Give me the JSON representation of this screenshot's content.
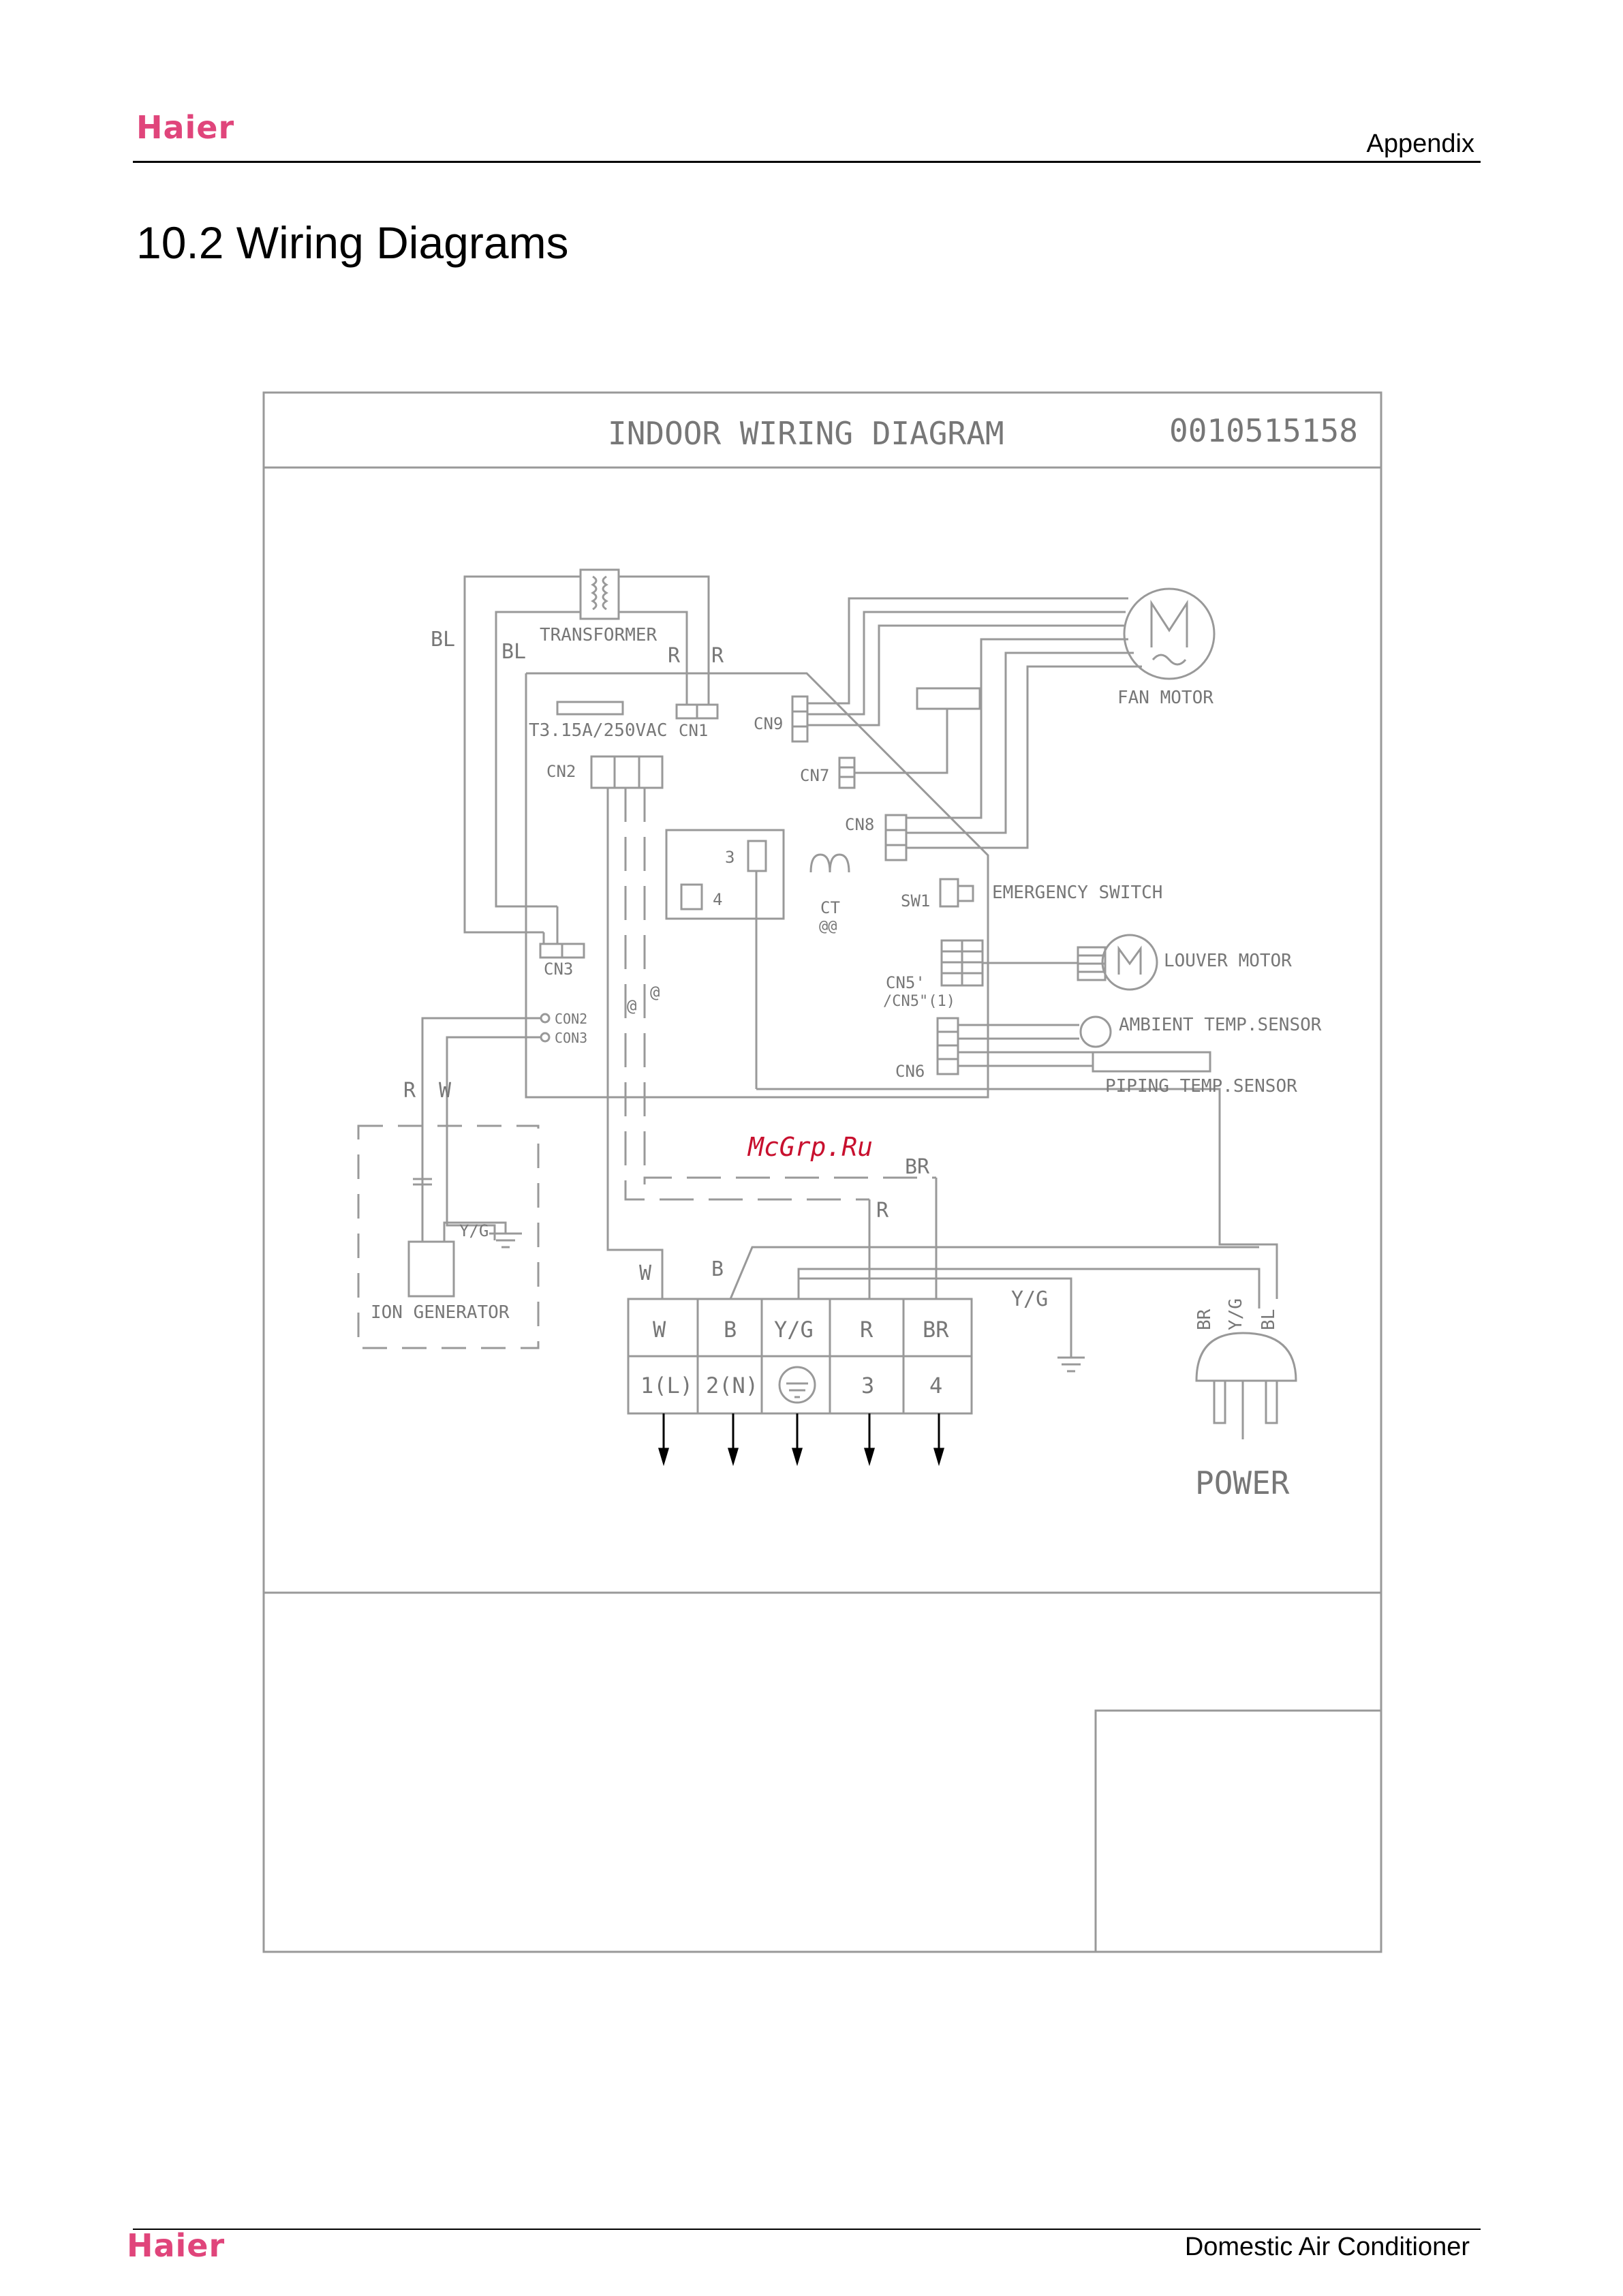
{
  "header": {
    "logo": "Haier",
    "section_label": "Appendix"
  },
  "page_title": "10.2 Wiring Diagrams",
  "diagram": {
    "title": "INDOOR WIRING DIAGRAM",
    "code": "0010515158",
    "labels": {
      "transformer": "TRANSFORMER",
      "fuse": "T3.15A/250VAC",
      "cn1": "CN1",
      "cn2": "CN2",
      "cn3": "CN3",
      "cn5": "CN5'",
      "cn5b": "/CN5\"(1)",
      "cn6": "CN6",
      "cn7": "CN7",
      "cn8": "CN8",
      "cn9": "CN9",
      "con2": "CON2",
      "con3": "CON3",
      "ct": "CT",
      "ct_at": "@@",
      "sw1": "SW1",
      "emergency_switch": "EMERGENCY SWITCH",
      "fan_motor": "FAN MOTOR",
      "louver_motor": "LOUVER MOTOR",
      "ambient_sensor": "AMBIENT TEMP.SENSOR",
      "piping_sensor": "PIPING TEMP.SENSOR",
      "ion_generator": "ION GENERATOR",
      "power": "POWER",
      "watermark": "McGrp.Ru",
      "num3": "3",
      "num4": "4",
      "at": "@"
    },
    "wire_colors": {
      "bl": "BL",
      "r": "R",
      "w": "W",
      "b": "B",
      "br": "BR",
      "yg": "Y/G"
    },
    "terminal_block": {
      "top": [
        "W",
        "B",
        "Y/G",
        "R",
        "BR"
      ],
      "bottom": [
        "1(L)",
        "2(N)",
        "",
        "3",
        "4"
      ]
    }
  },
  "footer": {
    "logo": "Haier",
    "text": "Domestic Air Conditioner"
  }
}
